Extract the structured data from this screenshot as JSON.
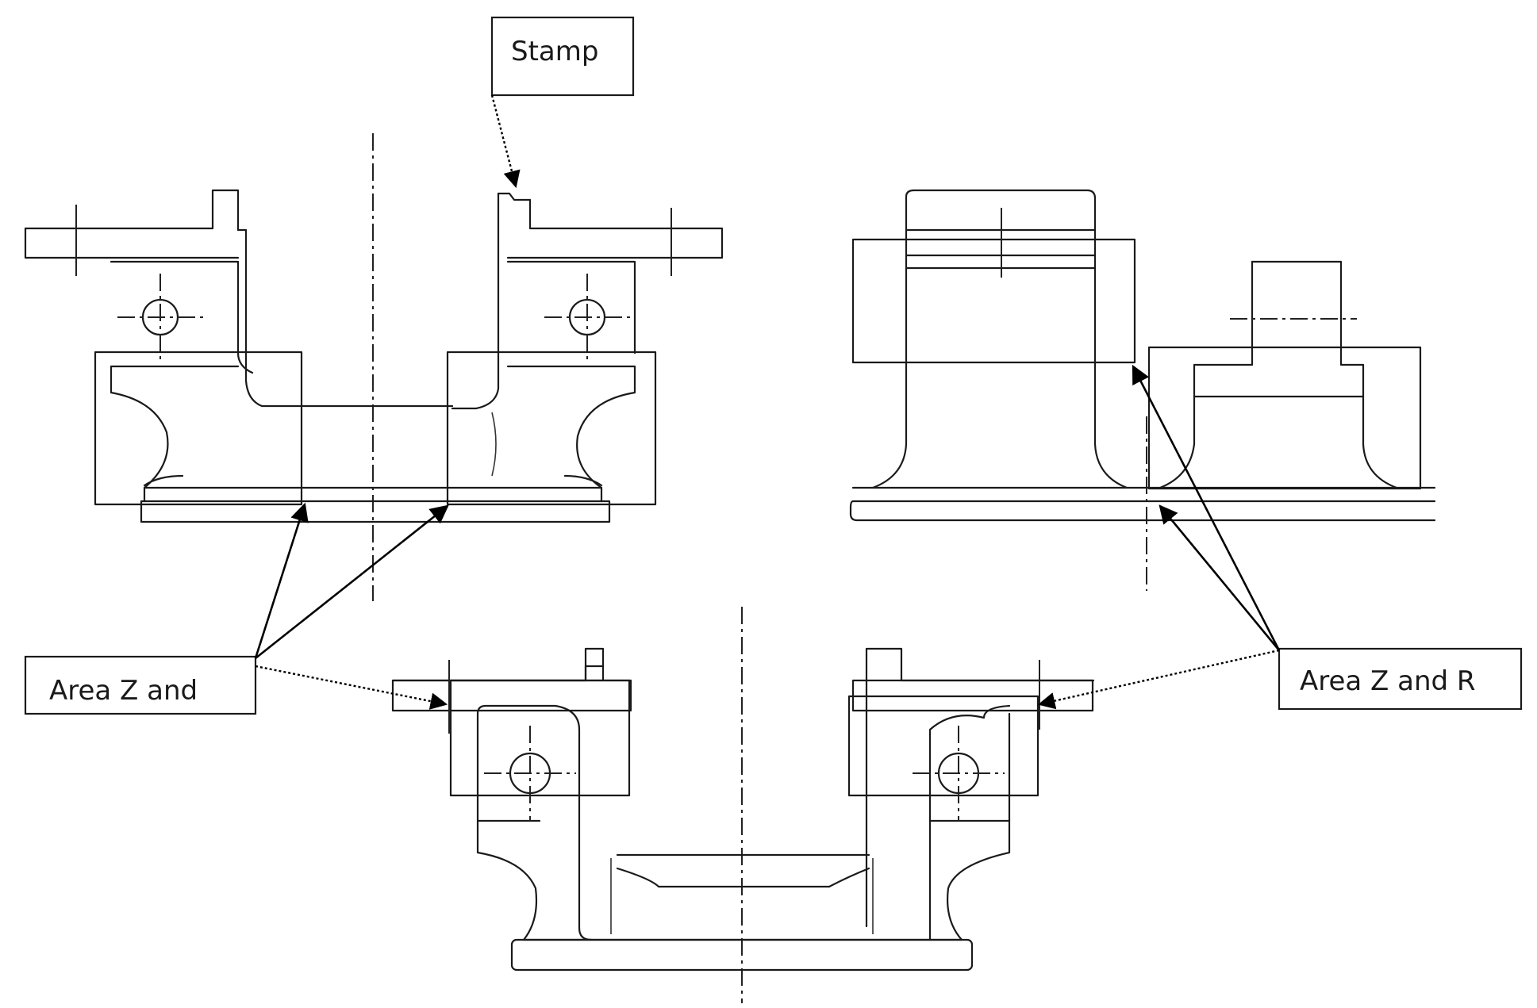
{
  "labels": {
    "stamp": "Stamp",
    "area_left": "Area Z and",
    "area_right": "Area Z and R"
  },
  "colors": {
    "line": "#1a1a1a",
    "background": "#ffffff"
  }
}
